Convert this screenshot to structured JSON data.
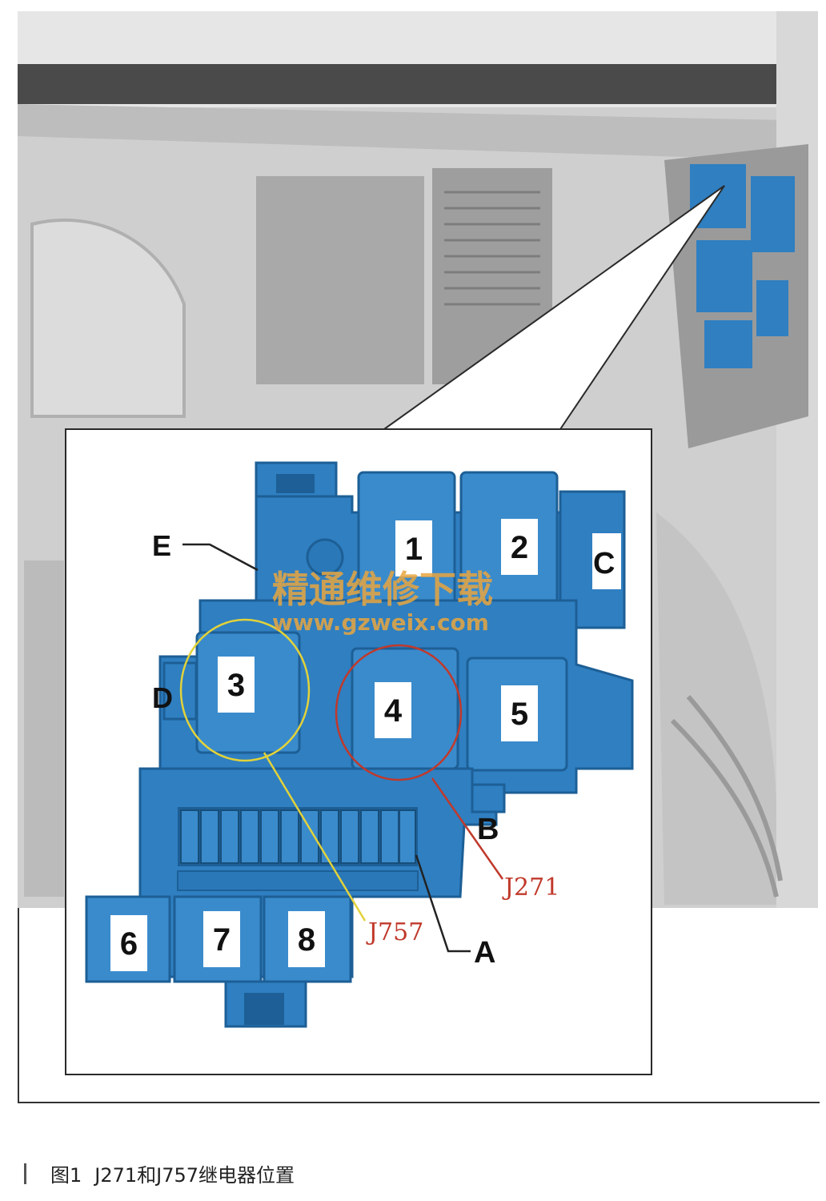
{
  "watermark": {
    "title": "精通维修下载",
    "url": "www.gzweix.com"
  },
  "relays": [
    "1",
    "2",
    "3",
    "4",
    "5",
    "6",
    "7",
    "8"
  ],
  "labels": {
    "a": "A",
    "b": "B",
    "c": "C",
    "d": "D",
    "e": "E"
  },
  "callouts": {
    "j271": "J271",
    "j757": "J757"
  },
  "caption": {
    "figure_no": "图1",
    "text": "J271和J757继电器位置"
  },
  "colors": {
    "relay_blue": "#2f7fc1",
    "relay_dark": "#1d5f96",
    "j271_circle": "#c0392b",
    "j757_circle": "#e2d23a",
    "watermark": "#e8a640"
  }
}
